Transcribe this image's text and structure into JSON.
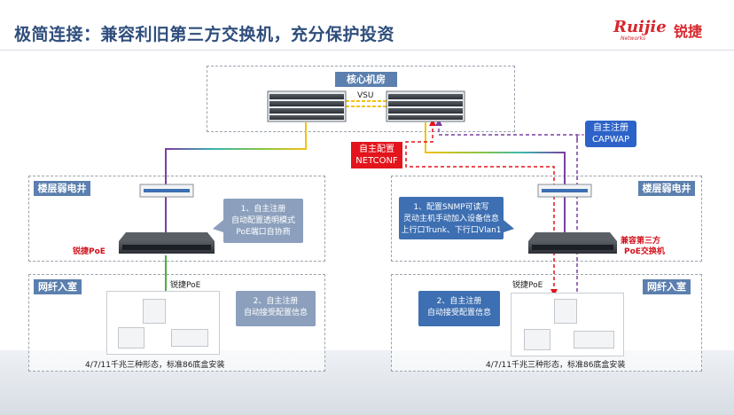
{
  "title": "极简连接：兼容利旧第三方交换机，充分保护投资",
  "logo": {
    "brand": "Ruijie",
    "sub": "Networks",
    "cn": "锐捷"
  },
  "core": {
    "label": "核心机房",
    "vsu": "VSU"
  },
  "tags": {
    "netconf": [
      "自主配置",
      "NETCONF"
    ],
    "capwap": [
      "自主注册",
      "CAPWAP"
    ]
  },
  "left": {
    "shaft_label": "楼层弱电井",
    "room_label": "网纤入室",
    "switch_label": "锐捷PoE",
    "ap_label": "锐捷PoE",
    "info_top": [
      "1、自主注册",
      "自动配置透明模式",
      "PoE端口自协商"
    ],
    "info_bottom": [
      "2、自主注册",
      "自动接受配置信息"
    ],
    "caption": "4/7/11千兆三种形态，标准86底盒安装"
  },
  "right": {
    "shaft_label": "楼层弱电井",
    "room_label": "网纤入室",
    "switch_label": [
      "兼容第三方",
      "PoE交换机"
    ],
    "ap_label": "锐捷PoE",
    "info_top": [
      "1、配置SNMP可读写",
      "灵动主机手动加入设备信息",
      "上行口Trunk、下行口Vlan1"
    ],
    "info_bottom": [
      "2、自主注册",
      "自动接受配置信息"
    ],
    "caption": "4/7/11千兆三种形态，标准86底盒安装"
  },
  "colors": {
    "title": "#2f4e7c",
    "zone_label": "#5b7fae",
    "red": "#e3141b",
    "blue": "#2d63c8",
    "purple": "#7b3fa0",
    "green": "#49b23a"
  }
}
